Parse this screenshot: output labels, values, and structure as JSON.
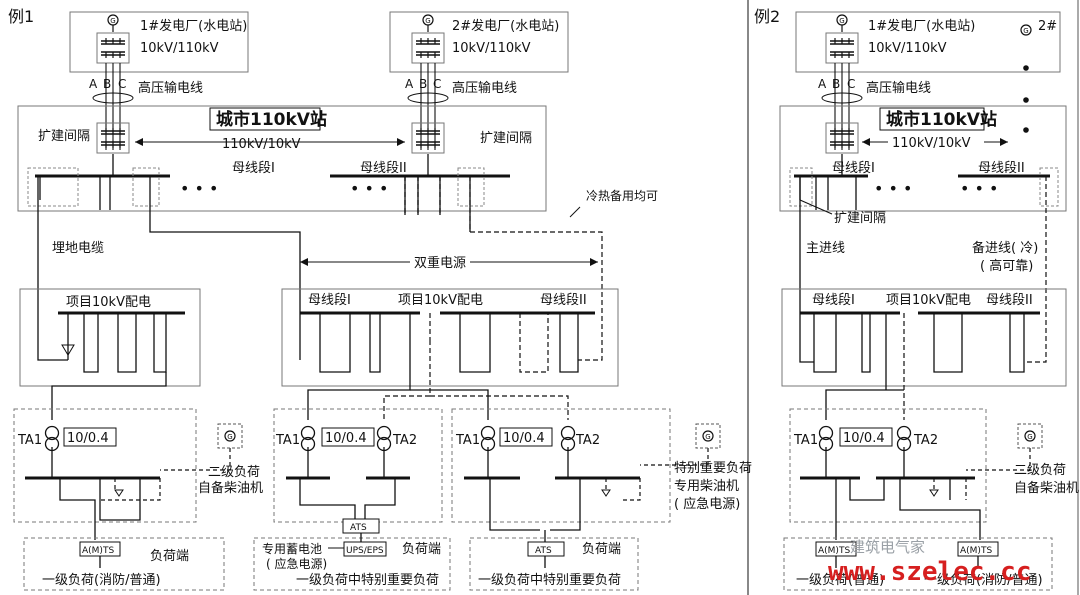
{
  "colors": {
    "ink": "#111111",
    "box": "#777777",
    "watermark": "#d61f1f",
    "watermark_cn": "#9aa0a6"
  },
  "ex1": {
    "label": "例1",
    "plant1": "1#发电厂(水电站)",
    "plant1_v": "10kV/110kV",
    "plant2": "2#发电厂(水电站)",
    "plant2_v": "10kV/110kV",
    "hv_line1": "高压输电线",
    "hv_line2": "高压输电线",
    "station": "城市110kV站",
    "station_v": "110kV/10kV",
    "expand1": "扩建间隔",
    "expand2": "扩建间隔",
    "bus1": "母线段I",
    "bus2": "母线段II",
    "dots": "• • •",
    "backup_note": "冷热备用均可",
    "cable": "埋地电缆",
    "dual": "双重电源",
    "dist_a": "项目10kV配电",
    "dist_b": "项目10kV配电",
    "dist_b_bus1": "母线段I",
    "dist_b_bus2": "母线段II",
    "ta1": "TA1",
    "ta2": "TA2",
    "ratio": "10/0.4",
    "diesel_l1": "二级负荷",
    "diesel_l2": "自备柴油机",
    "sp_l1": "特别重要负荷",
    "sp_l2": "专用柴油机",
    "sp_l3": "( 应急电源)",
    "amts": "A(M)TS",
    "ats": "ATS",
    "ups": "UPS/EPS",
    "load_end": "负荷端",
    "battery_l1": "专用蓄电池",
    "battery_l2": "( 应急电源)",
    "load1": "一级负荷(消防/普通)",
    "load2": "一级负荷中特别重要负荷",
    "load3": "一级负荷中特别重要负荷",
    "abc": [
      "A",
      "B",
      "C"
    ]
  },
  "ex2": {
    "label": "例2",
    "plant1": "1#发电厂(水电站)",
    "plant1_v": "10kV/110kV",
    "plant2": "2#",
    "hv_line": "高压输电线",
    "station": "城市110kV站",
    "station_v": "110kV/10kV",
    "bus1": "母线段I",
    "bus2": "母线段II",
    "dots": "• • •",
    "expand": "扩建间隔",
    "main_line": "主进线",
    "backup_l1": "备进线( 冷)",
    "backup_l2": "( 高可靠)",
    "dist": "项目10kV配电",
    "dist_bus1": "母线段I",
    "dist_bus2": "母线段II",
    "ta1": "TA1",
    "ta2": "TA2",
    "ratio": "10/0.4",
    "diesel_l1": "二级负荷",
    "diesel_l2": "自备柴油机",
    "amts1": "A(M)TS",
    "amts2": "A(M)TS",
    "load1": "一级负荷(普通)",
    "load2": "一级负荷(消防/普通)",
    "abc": [
      "A",
      "B",
      "C"
    ]
  },
  "watermark": {
    "cn": "建筑电气家",
    "url": "www.szelec.cc"
  }
}
